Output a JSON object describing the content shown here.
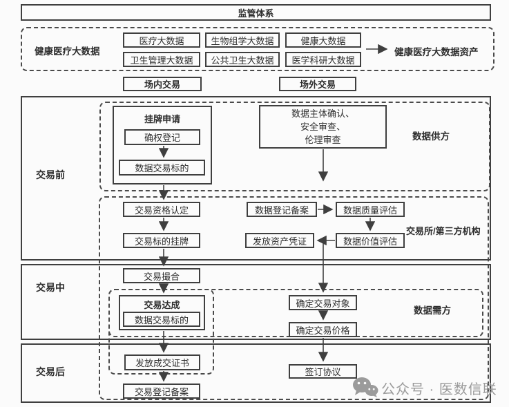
{
  "regulator": {
    "title": "监管体系"
  },
  "data_big": {
    "label": "健康医疗大数据",
    "items": [
      "医疗大数据",
      "生物组学大数据",
      "健康大数据",
      "卫生管理大数据",
      "公共卫生大数据",
      "医学科研大数据"
    ],
    "asset_label": "健康医疗大数据资产"
  },
  "trade_modes": {
    "onsite": "场内交易",
    "offsite": "场外交易"
  },
  "phases": {
    "pre": "交易前",
    "mid": "交易中",
    "post": "交易后"
  },
  "regions": {
    "supplier": "数据供方",
    "exchange": "交易所/第三方机构",
    "demander": "数据需方"
  },
  "nodes": {
    "listing_application": "挂牌申请",
    "rights_registration": "确权登记",
    "trade_subject_pre": "数据交易标的",
    "subject_confirmation_lines": [
      "数据主体确认、",
      "安全审查、",
      "伦理审查"
    ],
    "qualification": "交易资格认定",
    "subject_listing": "交易标的挂牌",
    "data_registration": "数据登记备案",
    "quality_assessment": "数据质量评估",
    "asset_certificate": "发放资产凭证",
    "value_assessment": "数据价值评估",
    "matching": "交易撮合",
    "deal_conclusion": "交易达成",
    "trade_subject_mid": "数据交易标的",
    "confirm_object": "确定交易对象",
    "confirm_price": "确定交易价格",
    "deal_certificate": "发放成交证书",
    "trade_registration": "交易登记备案",
    "sign_agreement": "签订协议"
  },
  "watermark": {
    "text": "公众号 · 医数信联"
  },
  "colors": {
    "line": "#3f3f3f",
    "text": "#2d2d2d",
    "watermark": "#9b9b9b",
    "background": "#fbfbfb"
  }
}
